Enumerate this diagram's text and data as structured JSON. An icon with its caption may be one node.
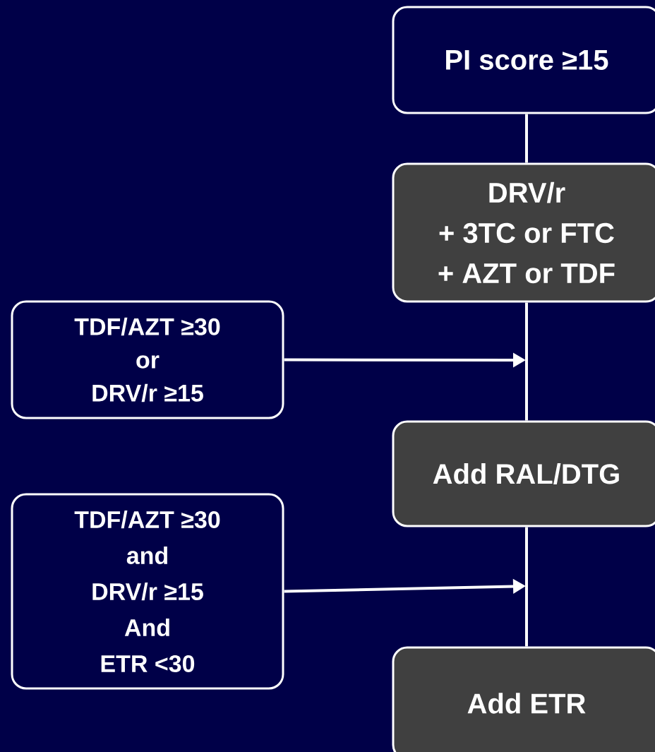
{
  "diagram": {
    "nodes": [
      {
        "text": [
          "PI score ≥15"
        ]
      },
      {
        "text": [
          "DRV/r",
          "+ 3TC or FTC",
          "+ AZT or TDF"
        ]
      },
      {
        "text": [
          "TDF/AZT ≥30",
          "or",
          "DRV/r ≥15"
        ]
      },
      {
        "text": [
          "Add RAL/DTG"
        ]
      },
      {
        "text": [
          "TDF/AZT ≥30",
          "and",
          "DRV/r ≥15",
          "And",
          "ETR <30"
        ]
      },
      {
        "text": [
          "Add ETR"
        ]
      }
    ],
    "edges": [
      {
        "from": 0,
        "to": 1,
        "arrow": "none"
      },
      {
        "from": 1,
        "to": 3,
        "arrow": "none"
      },
      {
        "from": 2,
        "to": null,
        "arrow": "to"
      },
      {
        "from": 3,
        "to": 5,
        "arrow": "none"
      },
      {
        "from": 4,
        "to": null,
        "arrow": "to"
      }
    ]
  }
}
